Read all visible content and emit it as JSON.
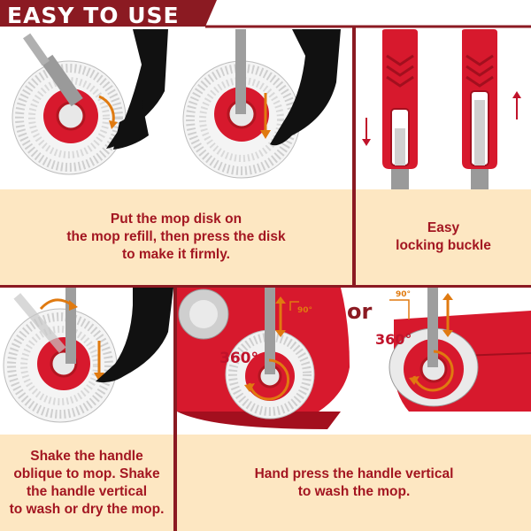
{
  "header": {
    "title": "EASY TO USE"
  },
  "panels": [
    {
      "id": "disk",
      "caption": "Put the mop disk on\nthe mop refill, then press the disk\nto make it firmly."
    },
    {
      "id": "buckle",
      "caption": "Easy\nlocking buckle"
    },
    {
      "id": "shake",
      "caption": "Shake the handle\noblique to mop. Shake\nthe handle vertical\nto wash or dry the mop."
    },
    {
      "id": "press",
      "caption": "Hand press the handle vertical\nto wash the mop."
    }
  ],
  "labels": {
    "or": "or",
    "rotation_left": "360°",
    "rotation_right": "360°",
    "angle_left": "90°",
    "angle_right": "90°"
  },
  "colors": {
    "frame": "#8b1a22",
    "accent": "#d7192d",
    "caption_bg": "#fde7c2",
    "caption_text": "#a31621",
    "arrow": "#e07a10"
  }
}
